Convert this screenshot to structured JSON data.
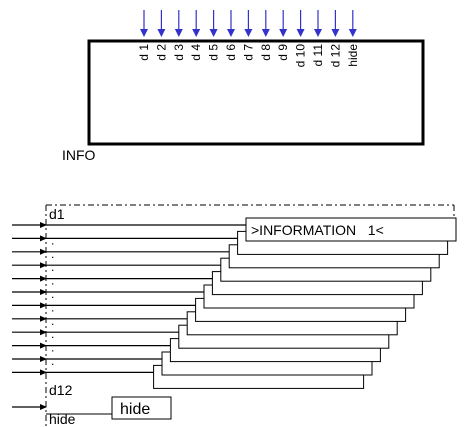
{
  "top_block": {
    "pins": [
      "d 1",
      "d 2",
      "d 3",
      "d 4",
      "d 5",
      "d 6",
      "d 7",
      "d 8",
      "d 9",
      "d 10",
      "d 11",
      "d 12",
      "hide"
    ],
    "label": "INFO",
    "pin_color": "#3333cc"
  },
  "bottom_block": {
    "first_input_label": "d1",
    "last_input_label": "d12",
    "hide_label": "hide",
    "hide_box_text": "hide",
    "stack_text": ">INFORMATION   1<",
    "dot_glyph": "."
  }
}
